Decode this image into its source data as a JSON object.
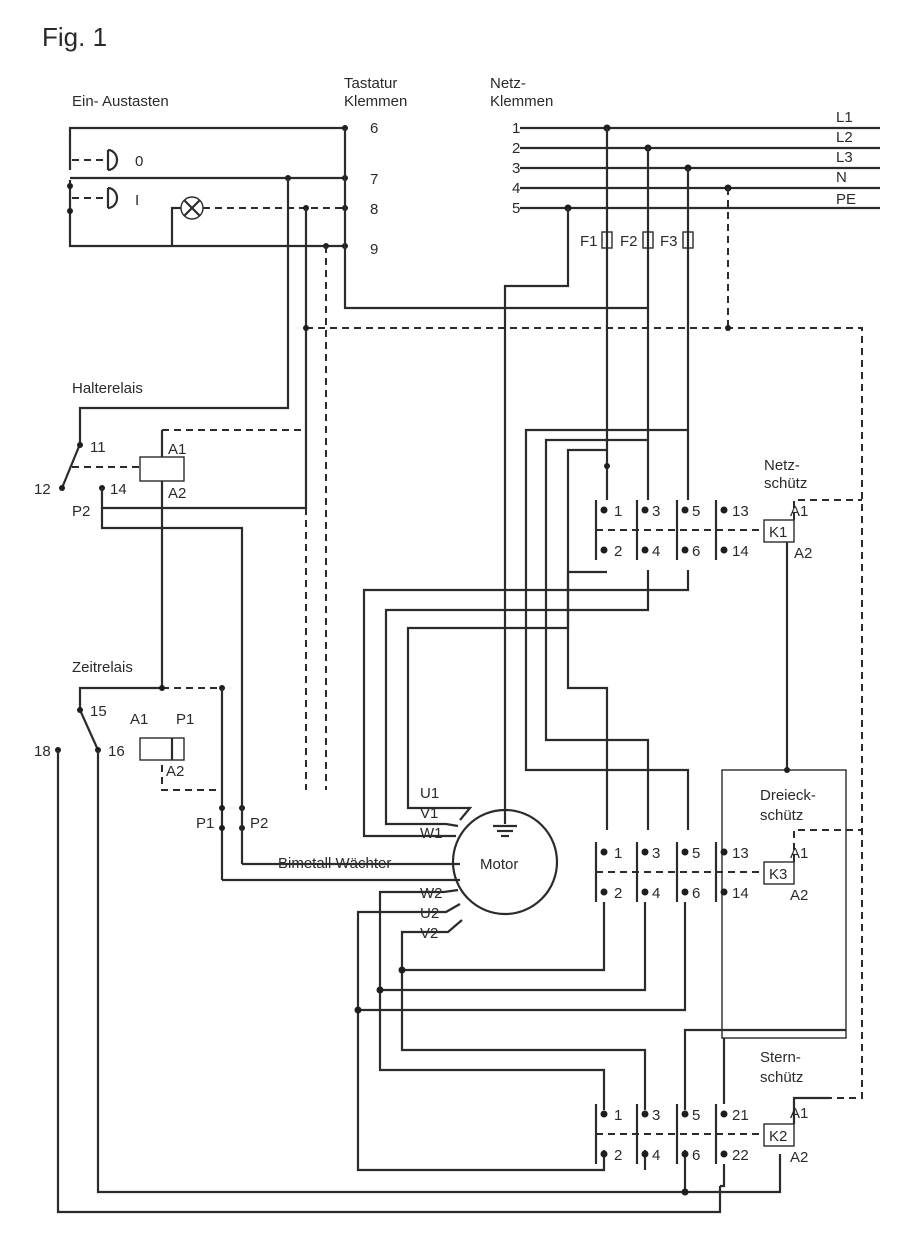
{
  "figure": {
    "title": "Fig. 1"
  },
  "labels": {
    "ein_austasten": "Ein- Austasten",
    "tastatur_klemmen": [
      "Tastatur",
      "Klemmen"
    ],
    "netz_klemmen": [
      "Netz-",
      "Klemmen"
    ],
    "halterelais": "Halterelais",
    "zeitrelais": "Zeitrelais",
    "netzschuetz": [
      "Netz-",
      "schütz"
    ],
    "dreieckschuetz": [
      "Dreieck-",
      "schütz"
    ],
    "sternschuetz": [
      "Stern-",
      "schütz"
    ],
    "bimetall": "Bimetall Wächter",
    "motor": "Motor",
    "switch_off": "0",
    "switch_on": "I"
  },
  "lines": [
    "L1",
    "L2",
    "L3",
    "N",
    "PE"
  ],
  "fuses": [
    "F1",
    "F2",
    "F3"
  ],
  "keyboard_terminals": [
    "6",
    "7",
    "8",
    "9"
  ],
  "mains_terminals": [
    "1",
    "2",
    "3",
    "4",
    "5"
  ],
  "halterelais": {
    "contacts": [
      "11",
      "12",
      "14"
    ],
    "coil": [
      "A1",
      "A2"
    ],
    "pins": [
      "P2"
    ]
  },
  "zeitrelais": {
    "contacts": [
      "15",
      "16",
      "18"
    ],
    "coil": [
      "A1",
      "A2"
    ],
    "pins": [
      "P1"
    ]
  },
  "bimetall_pins": [
    "P1",
    "P2"
  ],
  "motor_windings": [
    "U1",
    "V1",
    "W1",
    "W2",
    "U2",
    "V2"
  ],
  "contactors": {
    "netz": {
      "name": "K1",
      "top": [
        "1",
        "3",
        "5",
        "13"
      ],
      "bottom": [
        "2",
        "4",
        "6",
        "14"
      ],
      "coil": [
        "A1",
        "A2"
      ]
    },
    "dreieck": {
      "name": "K3",
      "top": [
        "1",
        "3",
        "5",
        "13"
      ],
      "bottom": [
        "2",
        "4",
        "6",
        "14"
      ],
      "coil": [
        "A1",
        "A2"
      ]
    },
    "stern": {
      "name": "K2",
      "top": [
        "1",
        "3",
        "5",
        "21"
      ],
      "bottom": [
        "2",
        "4",
        "6",
        "22"
      ],
      "coil": [
        "A1",
        "A2"
      ]
    }
  }
}
